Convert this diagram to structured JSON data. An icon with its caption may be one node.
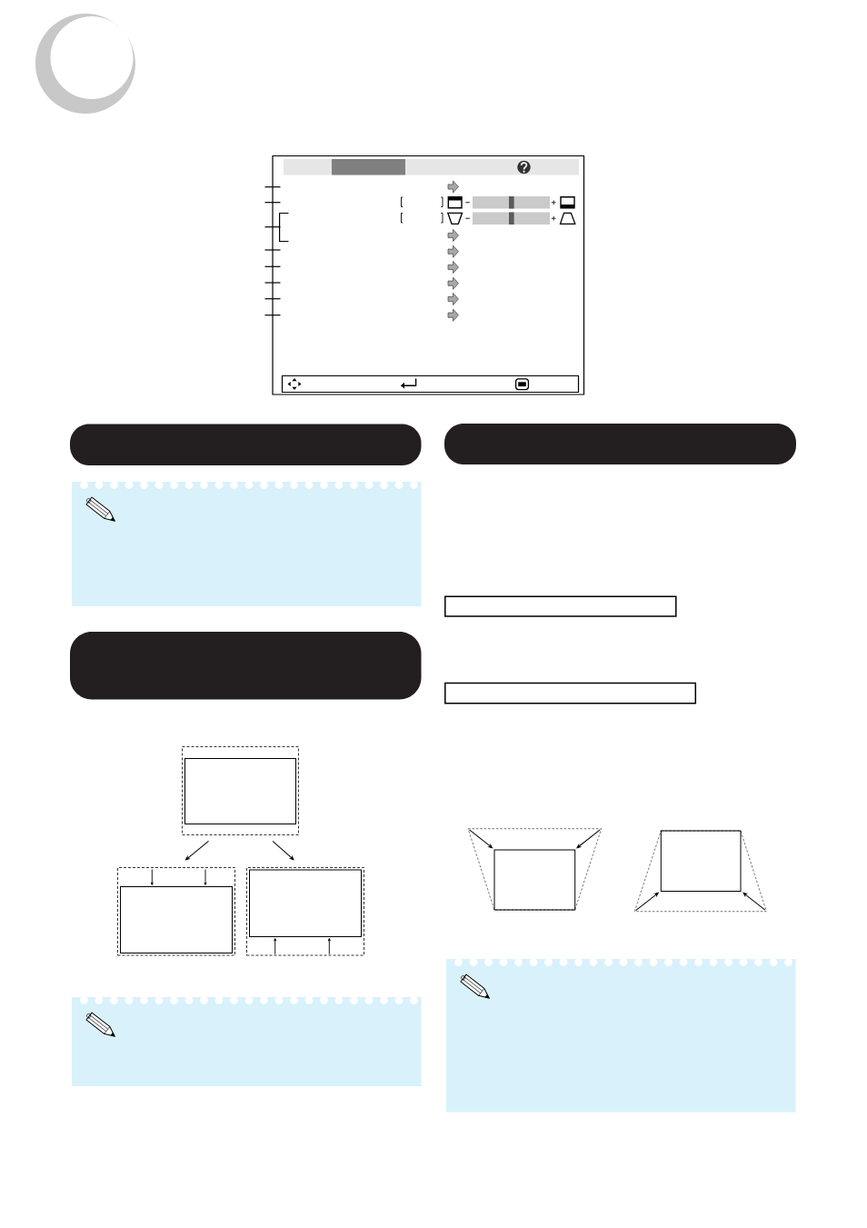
{
  "diagram": {
    "nodes": [
      {
        "text": [],
        "shape": "band"
      },
      {
        "text": [],
        "shape": "band"
      },
      {
        "text": [],
        "shape": "box"
      },
      {
        "text": [],
        "shape": "box",
        "in": 2
      },
      {
        "text": [],
        "shape": "box"
      },
      {
        "text": [],
        "shape": "box",
        "in": 4
      },
      {
        "text": [],
        "shape": "box"
      },
      {
        "text": [],
        "shape": "box",
        "in": 6
      },
      {
        "text": [],
        "shape": "band"
      },
      {
        "text": [],
        "shape": "box"
      },
      {
        "text": [],
        "shape": "box"
      }
    ],
    "edges": [
      {
        "from": 2,
        "to": 4,
        "arrow": "to"
      },
      {
        "from": 2,
        "to": 6,
        "arrow": "to"
      },
      {
        "from": 4,
        "to": 5,
        "arrow": "to"
      },
      {
        "from": 4,
        "to": 5,
        "arrow": "to"
      },
      {
        "from": 6,
        "to": 7,
        "arrow": "to"
      },
      {
        "from": 6,
        "to": 7,
        "arrow": "to"
      }
    ]
  }
}
